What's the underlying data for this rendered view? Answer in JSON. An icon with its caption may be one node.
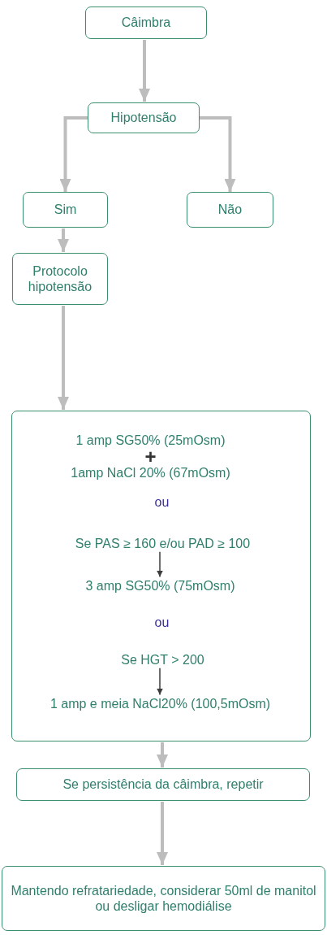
{
  "diagram": {
    "nodes": [
      {
        "text": [
          "Câimbra"
        ]
      },
      {
        "text": [
          "Hipotensão"
        ]
      },
      {
        "text": [
          "Sim"
        ]
      },
      {
        "text": [
          "Não"
        ]
      },
      {
        "text": [
          "Protocolo hipotensão"
        ]
      },
      {
        "text": [],
        "shape": "box"
      },
      {
        "text": [
          "1 amp SG50% (25mOsm)",
          "+",
          "1amp NaCl 20% (67mOsm)"
        ],
        "in": 5
      },
      {
        "text": [
          "ou"
        ],
        "in": 5
      },
      {
        "text": [
          "Se PAS ≥ 160 e/ou PAD ≥ 100"
        ],
        "in": 5
      },
      {
        "text": [
          "3 amp SG50% (75mOsm)"
        ],
        "in": 5
      },
      {
        "text": [
          "ou"
        ],
        "in": 5
      },
      {
        "text": [
          "Se HGT > 200"
        ],
        "in": 5
      },
      {
        "text": [
          "1 amp e meia NaCl20% (100,5mOsm)"
        ],
        "in": 5
      },
      {
        "text": [
          "Se persistência da câimbra, repetir"
        ]
      },
      {
        "text": [
          "Mantendo refratariedade, considerar 50ml de manitol ou desligar hemodiálise"
        ]
      }
    ],
    "edges": [
      {
        "from": 0,
        "to": 1,
        "arrow": "to"
      },
      {
        "from": 1,
        "to": 2,
        "arrow": "to"
      },
      {
        "from": 1,
        "to": 3,
        "arrow": "to"
      },
      {
        "from": 2,
        "to": 4,
        "arrow": "to"
      },
      {
        "from": 4,
        "to": 5,
        "arrow": "to"
      },
      {
        "from": 8,
        "to": 9,
        "arrow": "to",
        "color": "#3c3c3c"
      },
      {
        "from": 11,
        "to": 12,
        "arrow": "to",
        "color": "#3c3c3c"
      },
      {
        "from": 5,
        "to": 13,
        "arrow": "to"
      },
      {
        "from": 13,
        "to": 14,
        "arrow": "to"
      }
    ]
  }
}
